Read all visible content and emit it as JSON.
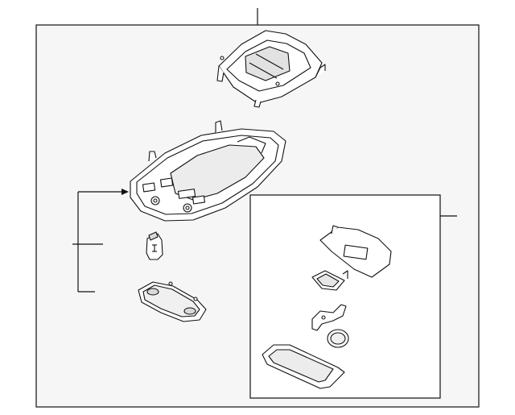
{
  "diagram": {
    "kind": "exploded parts diagram",
    "callouts": [],
    "colors": {
      "background": "#ffffff",
      "panel": "#f6f6f6",
      "line": "#111111",
      "part_fill": "#ffffff",
      "part_shade": "#d9d9d9",
      "inset_fill": "#ffffff"
    },
    "parts": [
      "upper-bracket",
      "overhead-console-housing",
      "bulb-socket",
      "map-lamp-lens",
      "inset-cover",
      "inset-small-lens",
      "inset-clip",
      "inset-ring",
      "inset-storage-door"
    ]
  }
}
